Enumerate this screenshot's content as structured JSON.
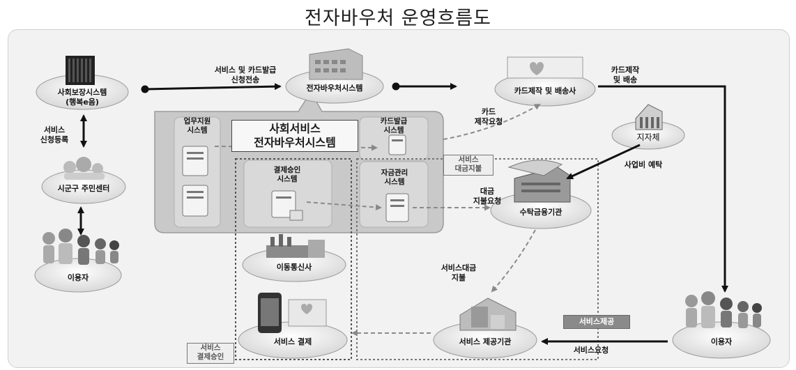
{
  "title": "전자바우처 운영흐름도",
  "nodes": {
    "social_security": "사회보장시스템\n(행복e음)",
    "voucher_system": "전자바우처시스템",
    "card_maker": "카드제작 및 배송사",
    "local_gov": "지자체",
    "community_center": "시군구 주민센터",
    "user_left": "이용자",
    "trust_bank": "수탁금융기관",
    "telecom": "이동통신사",
    "service_payment": "서비스 결제",
    "service_provider": "서비스 제공기관",
    "user_right": "이용자"
  },
  "subsystems": {
    "central_box": "사회서비스\n전자바우처시스템",
    "business_support": "업무지원\n시스템",
    "card_issue": "카드발급\n시스템",
    "payment_approval": "결제승인\n시스템",
    "fund_management": "자금관리\n시스템"
  },
  "edge_labels": {
    "service_card_request": "서비스 및 카드발급\n신청전송",
    "card_make_deliver": "카드제작\n및 배송",
    "card_make_request": "카드\n제작요청",
    "service_apply": "서비스\n신청등록",
    "business_deposit": "사업비 예탁",
    "payment_request": "대금\n지불요청",
    "service_fee_pay": "서비스대금\n지불",
    "service_request": "서비스요청"
  },
  "tags": {
    "service_fee": "서비스\n대금지불",
    "service_payment_approval": "서비스\n결제승인",
    "service_provide": "서비스제공"
  }
}
